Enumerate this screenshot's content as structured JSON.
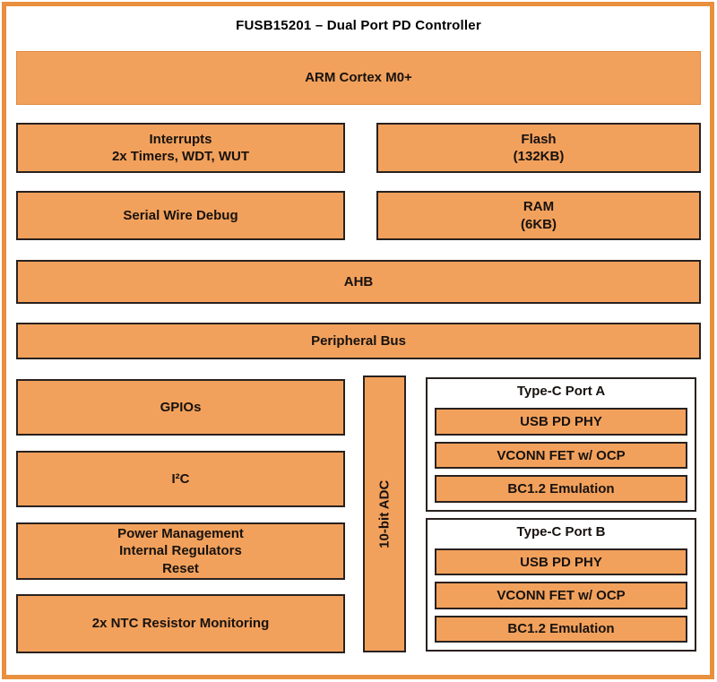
{
  "diagram": {
    "title": "FUSB15201 – Dual Port PD Controller",
    "colors": {
      "block_fill": "#F2A15C",
      "block_border": "#29211E",
      "outer_frame": "#E9903E",
      "port_box_background": "#FFFFFF",
      "text": "#17120F"
    },
    "blocks": {
      "arm": "ARM Cortex M0+",
      "interrupts_line1": "Interrupts",
      "interrupts_line2": "2x Timers, WDT, WUT",
      "flash_line1": "Flash",
      "flash_line2": "(132KB)",
      "serial_wire_debug": "Serial Wire Debug",
      "ram_line1": "RAM",
      "ram_line2": "(6KB)",
      "ahb": "AHB",
      "peripheral_bus": "Peripheral Bus",
      "gpios": "GPIOs",
      "i2c": "I²C",
      "power_line1": "Power Management",
      "power_line2": "Internal Regulators",
      "power_line3": "Reset",
      "ntc": "2x NTC Resistor Monitoring",
      "adc": "10-bit ADC"
    },
    "port_a": {
      "title": "Type-C Port A",
      "items": [
        "USB PD PHY",
        "VCONN FET w/ OCP",
        "BC1.2 Emulation"
      ]
    },
    "port_b": {
      "title": "Type-C Port B",
      "items": [
        "USB PD PHY",
        "VCONN FET w/ OCP",
        "BC1.2 Emulation"
      ]
    }
  }
}
